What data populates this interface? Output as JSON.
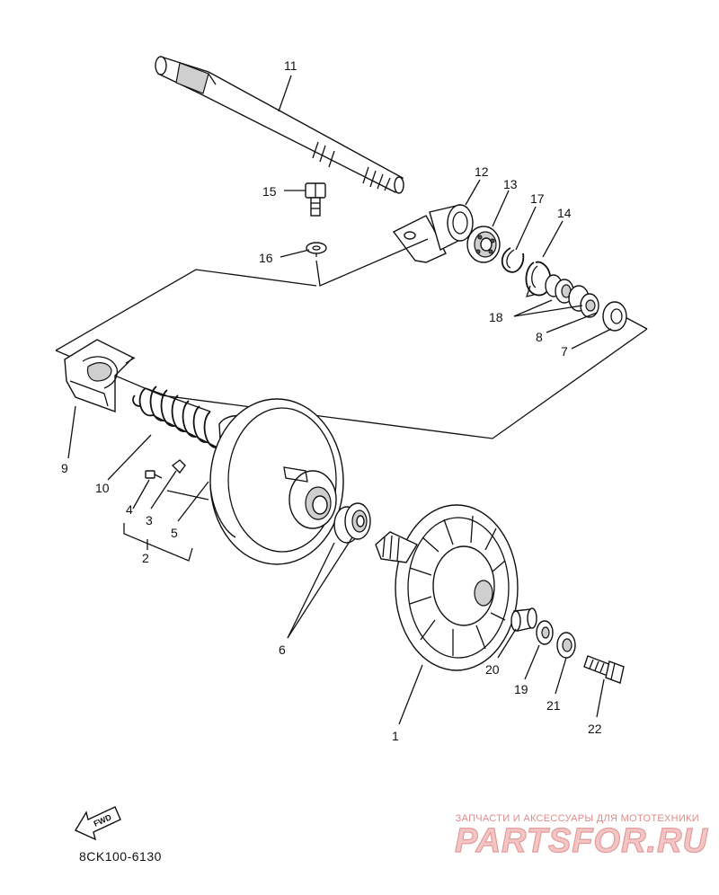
{
  "labels": {
    "p1": "1",
    "p2": "2",
    "p3": "3",
    "p4": "4",
    "p5": "5",
    "p6": "6",
    "p7": "7",
    "p8": "8",
    "p9": "9",
    "p10": "10",
    "p11": "11",
    "p12": "12",
    "p13": "13",
    "p14": "14",
    "p15": "15",
    "p16": "16",
    "p17": "17",
    "p18": "18",
    "p19": "19",
    "p20": "20",
    "p21": "21",
    "p22": "22"
  },
  "fwd_label": "FWD",
  "diagram_code": "8CK100-6130",
  "watermark": {
    "tagline": "ЗАПЧАСТИ И АКСЕССУАРЫ ДЛЯ МОТОТЕХНИКИ",
    "brand": "PARTSFOR.RU"
  },
  "colors": {
    "line": "#111111",
    "watermark": "#e28a8a"
  }
}
